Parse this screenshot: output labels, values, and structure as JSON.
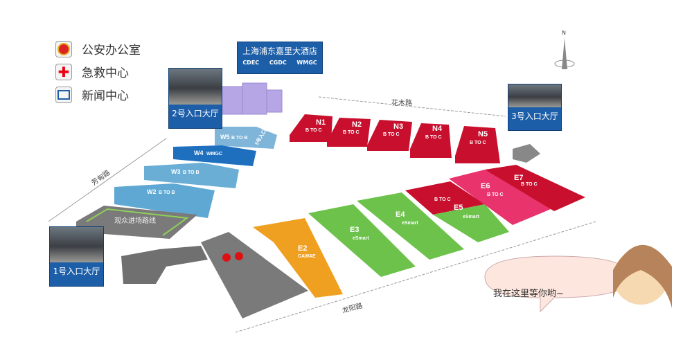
{
  "legend": [
    {
      "label": "公安办公室",
      "icon": "police-badge-icon"
    },
    {
      "label": "急救中心",
      "icon": "first-aid-cross-icon"
    },
    {
      "label": "新闻中心",
      "icon": "monitor-icon"
    }
  ],
  "hotel": {
    "name": "上海浦东嘉里大酒店",
    "logos": [
      "CDEC",
      "CGDC",
      "WMGC"
    ]
  },
  "entrances": {
    "e1": "1号入口大厅",
    "e2": "2号入口大厅",
    "e3": "3号入口大厅",
    "e5": "5号入口"
  },
  "roads": {
    "north": "花木路",
    "west": "芳甸路",
    "south": "龙阳路"
  },
  "compass": "N",
  "route_label": "观众进场路线",
  "halls": {
    "N1": {
      "name": "N1",
      "sub": "B TO C"
    },
    "N2": {
      "name": "N2",
      "sub": "B TO C"
    },
    "N3": {
      "name": "N3",
      "sub": "B TO C"
    },
    "N4": {
      "name": "N4",
      "sub": "B TO C"
    },
    "N5": {
      "name": "N5",
      "sub": "B TO C"
    },
    "W5": {
      "name": "W5",
      "sub": "B TO B"
    },
    "W4": {
      "name": "W4",
      "sub": "WMGC"
    },
    "W3": {
      "name": "W3",
      "sub": "B TO B"
    },
    "W2": {
      "name": "W2",
      "sub": "B TO B"
    },
    "E2": {
      "name": "E2",
      "sub": "CAWAE"
    },
    "E3": {
      "name": "E3",
      "sub": "eSmart"
    },
    "E4": {
      "name": "E4",
      "sub": "eSmart"
    },
    "E5": {
      "name": "E5",
      "sub": "eSmart",
      "sub2": "B TO C"
    },
    "E6": {
      "name": "E6",
      "sub": "B TO C"
    },
    "E7": {
      "name": "E7",
      "sub": "B TO C"
    }
  },
  "colors": {
    "north": "#c8102e",
    "west_light": "#5fa8d3",
    "west_dark": "#1f6fbf",
    "green": "#6cc24a",
    "orange": "#f0a020",
    "pink": "#e8336d",
    "grey": "#7a7a7a",
    "callout": "#1d5ea8"
  },
  "mascot_bubble": "我在这里等你哟~"
}
